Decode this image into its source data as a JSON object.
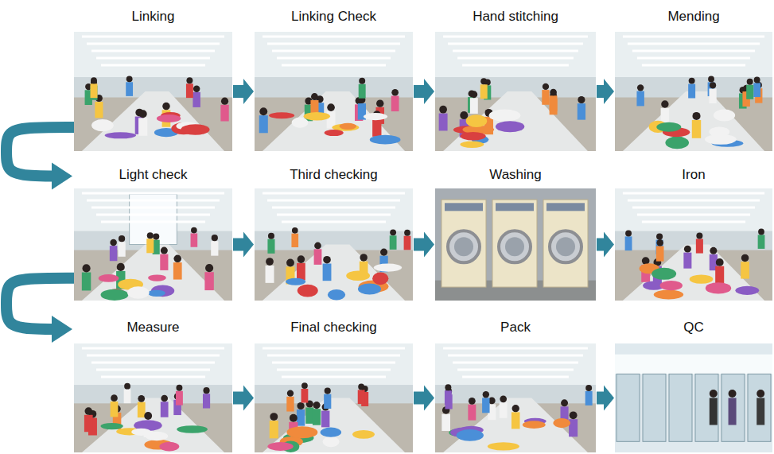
{
  "diagram": {
    "nodes": [
      {
        "text": [
          "Linking"
        ]
      },
      {
        "text": [
          "Linking Check"
        ]
      },
      {
        "text": [
          "Hand stitching"
        ]
      },
      {
        "text": [
          "Mending"
        ]
      },
      {
        "text": [
          "Light check"
        ]
      },
      {
        "text": [
          "Third checking"
        ]
      },
      {
        "text": [
          "Washing"
        ]
      },
      {
        "text": [
          "Iron"
        ]
      },
      {
        "text": [
          "Measure"
        ]
      },
      {
        "text": [
          "Final checking"
        ]
      },
      {
        "text": [
          "Pack"
        ]
      },
      {
        "text": [
          "QC"
        ]
      }
    ],
    "edges": [
      {
        "from": 0,
        "to": 1,
        "arrow": "to"
      },
      {
        "from": 1,
        "to": 2,
        "arrow": "to"
      },
      {
        "from": 2,
        "to": 3,
        "arrow": "to"
      },
      {
        "from": 0,
        "to": 4,
        "arrow": "to"
      },
      {
        "from": 4,
        "to": 5,
        "arrow": "to"
      },
      {
        "from": 5,
        "to": 6,
        "arrow": "to"
      },
      {
        "from": 6,
        "to": 7,
        "arrow": "to"
      },
      {
        "from": 4,
        "to": 8,
        "arrow": "to"
      },
      {
        "from": 8,
        "to": 9,
        "arrow": "to"
      },
      {
        "from": 9,
        "to": 10,
        "arrow": "to"
      },
      {
        "from": 10,
        "to": 11,
        "arrow": "to"
      }
    ]
  }
}
